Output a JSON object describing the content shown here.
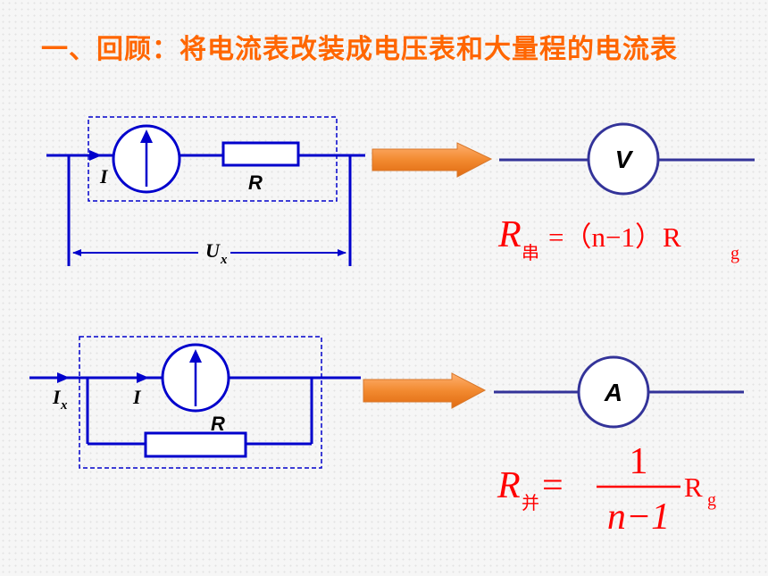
{
  "title": "一、回顾：将电流表改装成电压表和大量程的电流表",
  "top_circuit": {
    "current_label": "I",
    "resistor_label": "R",
    "voltage_label_main": "U",
    "voltage_label_sub": "x",
    "meter_symbol": "V"
  },
  "bottom_circuit": {
    "total_current_main": "I",
    "total_current_sub": "x",
    "current_label": "I",
    "resistor_label": "R",
    "meter_symbol": "A"
  },
  "formula_series": {
    "lhs": "R",
    "lhs_sub": "串",
    "rhs": "=（n−1）R",
    "rhs_sub": "g"
  },
  "formula_parallel": {
    "lhs": "R",
    "lhs_sub": "并",
    "eq": "=",
    "numerator": "1",
    "denominator": "n−1",
    "rhs": "R",
    "rhs_sub": "g"
  },
  "colors": {
    "title": "#ff6600",
    "wire": "#0000cc",
    "meter_wire": "#333399",
    "arrow": "#f28a30",
    "formula": "#ff0000",
    "box": "#0000cc"
  }
}
